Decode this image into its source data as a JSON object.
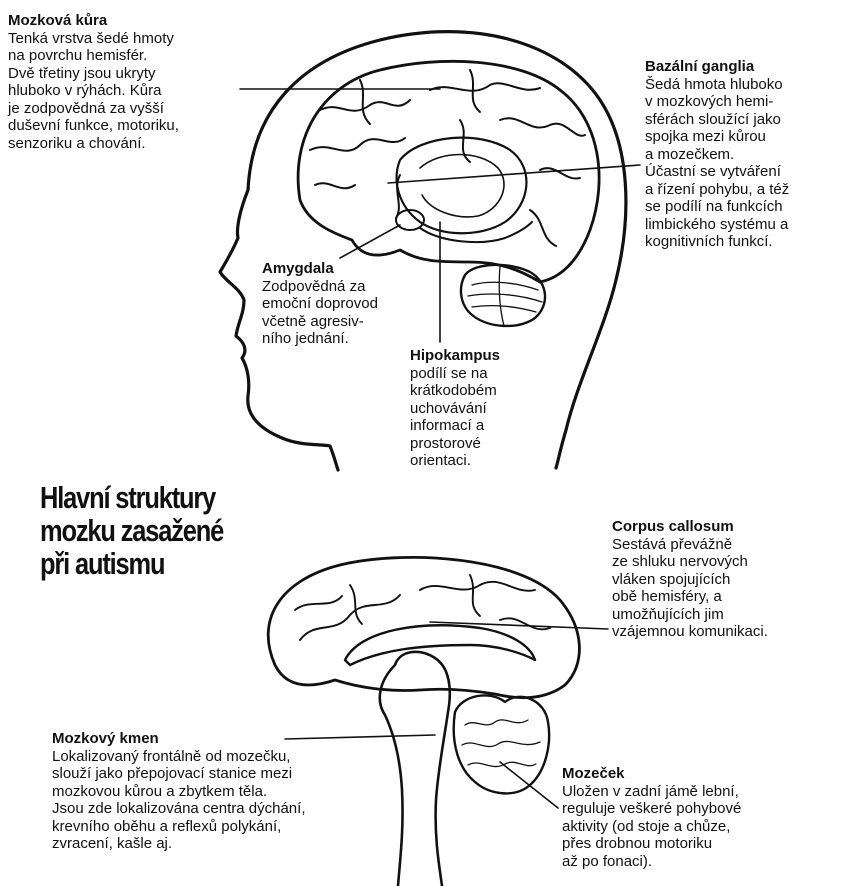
{
  "title": "Hlavní struktury\nmozku zasažené\npři autismu",
  "labels": {
    "mozkova_kura": {
      "title": "Mozková kůra",
      "text": "Tenká vrstva šedé hmoty\nna povrchu hemisfér.\nDvě třetiny jsou ukryty\nhluboko v rýhách. Kůra\nje zodpovědná za vyšší\nduševní funkce, motoriku,\nsenzoriku a chování."
    },
    "bazalni_ganglia": {
      "title": "Bazální ganglia",
      "text": "Šedá hmota hluboko\nv mozkových hemi-\nsférách sloužící jako\nspojka mezi kůrou\na mozečkem.\nÚčastní se vytváření\na řízení pohybu, a též\nse podílí na funkcích\nlimbického systému a\nkognitivních funkcí."
    },
    "amygdala": {
      "title": "Amygdala",
      "text": "Zodpovědná za\nemoční doprovod\nvčetně agresiv-\nního jednání."
    },
    "hipokampus": {
      "title": "Hipokampus",
      "text": "podílí se na\nkrátkodobém\nuchovávání\ninformací a\nprostorové\norientaci."
    },
    "corpus_callosum": {
      "title": "Corpus callosum",
      "text": "Sestává převážně\nze shluku nervových\nvláken spojujících\nobě hemisféry, a\numožňujících jim\nvzájemnou komunikaci."
    },
    "mozkovy_kmen": {
      "title": "Mozkový kmen",
      "text": "Lokalizovaný frontálně od mozečku,\nslouží jako přepojovací stanice mezi\nmozkovou kůrou a zbytkem těla.\nJsou zde lokalizována centra dýchání,\nkrevního oběhu a reflexů polykání,\nzvracení, kašle aj."
    },
    "mozecek": {
      "title": "Mozeček",
      "text": "Uložen v zadní jámě lební,\nreguluje veškeré pohybové\naktivity (od stoje a chůze,\npřes drobnou motoriku\naž po fonaci)."
    }
  }
}
